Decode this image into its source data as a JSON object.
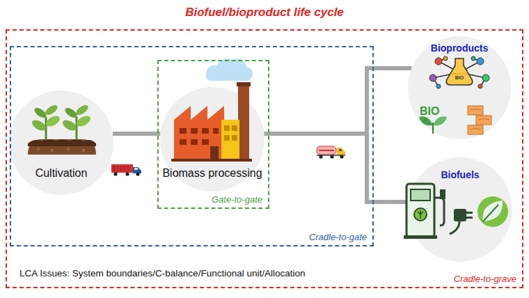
{
  "diagram": {
    "title": "Biofuel/bioproduct life cycle",
    "nodes": [
      {
        "text": [
          "Cradle-to-grave"
        ]
      },
      {
        "text": [
          "Cradle-to-gate"
        ],
        "in": 0
      },
      {
        "text": [
          "Cultivation"
        ],
        "in": 1
      },
      {
        "text": [
          "Gate-to-gate"
        ],
        "in": 1
      },
      {
        "text": [
          "Biomass processing"
        ],
        "in": 3
      },
      {
        "text": [
          "Bioproducts"
        ],
        "in": 0
      },
      {
        "text": [
          "Biofuels"
        ],
        "in": 0
      }
    ],
    "edges": [
      {
        "from": 2,
        "to": 4,
        "arrow": "none"
      },
      {
        "from": 4,
        "to": 5,
        "arrow": "none"
      },
      {
        "from": 4,
        "to": 6,
        "arrow": "none"
      }
    ],
    "labels": [
      "LCA Issues: System boundaries/C-balance/Functional unit/Allocation",
      "BIO",
      "BIO"
    ]
  }
}
